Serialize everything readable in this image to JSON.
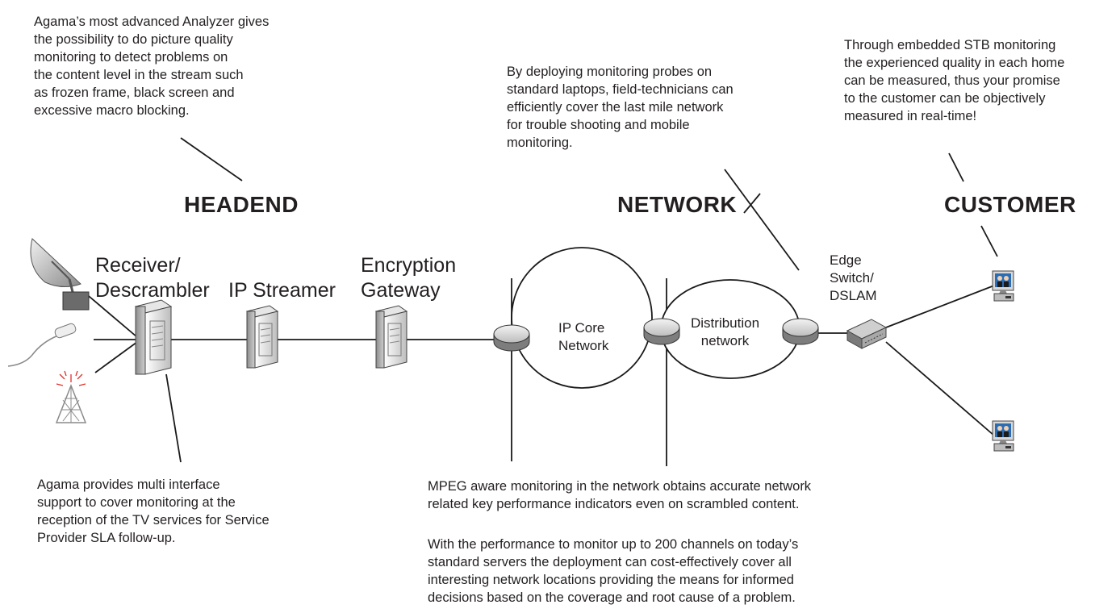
{
  "notes": {
    "headend_analyzer": "Agama’s most advanced Analyzer gives\nthe possibility to do picture quality\nmonitoring to detect problems on\nthe content level in the stream such\nas frozen frame, black screen and\nexcessive macro blocking.",
    "network_probes": "By deploying monitoring probes on\nstandard laptops, field-technicians can\nefficiently cover the last mile network\nfor trouble shooting and mobile\nmonitoring.",
    "customer_stb": "Through embedded STB monitoring\nthe experienced quality in each home\ncan be measured, thus your promise\nto the customer can be objectively\nmeasured in real-time!",
    "multi_interface": "Agama provides multi interface\nsupport to cover monitoring at the\nreception of the TV services for Service\nProvider SLA follow-up.",
    "mpeg_aware": "MPEG aware monitoring in the network obtains accurate network\nrelated key performance indicators even on scrambled content.",
    "performance": "With the performance to monitor up to 200 channels on today’s\nstandard servers the deployment can cost-effectively cover all\ninteresting network locations providing the means for informed\ndecisions based on the coverage and root cause of a problem."
  },
  "sections": {
    "headend": "HEADEND",
    "network": "NETWORK",
    "customer": "CUSTOMER"
  },
  "nodes": {
    "receiver": "Receiver/\nDescrambler",
    "ip_streamer": "IP Streamer",
    "encryption": "Encryption\nGateway",
    "ip_core": "IP Core\nNetwork",
    "distribution": "Distribution\nnetwork",
    "edge_switch": "Edge\nSwitch/\nDSLAM"
  },
  "colors": {
    "line": "#1a1a1a",
    "server_light": "#f2f2f2",
    "server_dark": "#9a9a9a",
    "router_top": "#d9d9d9",
    "screen_blue": "#2a6db5",
    "tower_red": "#e0312b"
  }
}
